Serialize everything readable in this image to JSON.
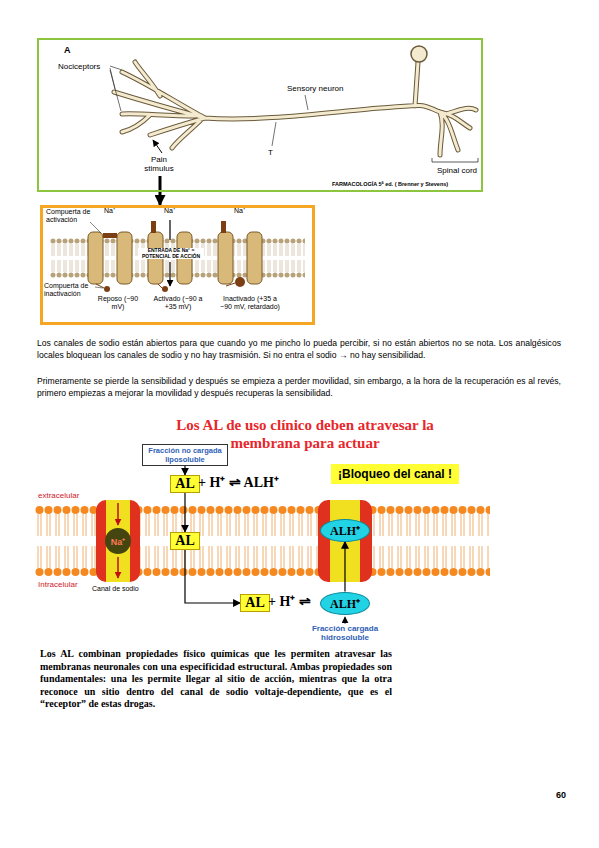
{
  "diagram": {
    "title": "Los AL de uso clínico deben atravesar la membrana para actuar",
    "nodes": [
      {
        "text": [
          "A",
          "Nociceptors",
          "Sensory neuron",
          "Pain stimulus",
          "T",
          "Spinal cord",
          "FARMACOLOGÍA 5ª ed. ( Brenner y Stevens)"
        ]
      },
      {
        "text": [
          "Compuerta de activación",
          "Na⁺",
          "ENTRADA DE Na⁺ = POTENCIAL DE ACCIÓN",
          "Na⁺",
          "Na⁺",
          "Compuerta de inactivación",
          "Reposo (−90 mV)",
          "Activado (−90 a +35 mV)",
          "Inactivado (+35 a −90 mV, retardado)"
        ]
      },
      {
        "text": [
          "Fracción no cargada liposoluble"
        ]
      },
      {
        "text": [
          "AL"
        ]
      },
      {
        "text": [
          "¡Bloqueo del canal !"
        ]
      },
      {
        "text": [
          "Na⁺"
        ]
      },
      {
        "text": [
          "AL"
        ]
      },
      {
        "text": [
          "ALH⁺"
        ]
      },
      {
        "text": [
          "AL"
        ]
      },
      {
        "text": [
          "ALH⁺"
        ]
      }
    ],
    "edges": [
      {
        "from": 0,
        "to": 1,
        "arrow": "to"
      },
      {
        "from": 2,
        "to": 3,
        "arrow": "to"
      },
      {
        "from": 3,
        "to": 6,
        "arrow": "to"
      },
      {
        "from": 6,
        "to": 8,
        "arrow": "to"
      },
      {
        "from": 9,
        "to": 7,
        "arrow": "to"
      }
    ],
    "labels": [
      "Los canales de sodio están abiertos para que cuando yo me pincho lo pueda percibir, si no están abiertos no se nota. Los analgésicos locales bloquean los canales de sodio y no hay trasmisión. Si no entra el sodio → no hay sensibilidad.",
      "Primeramente se pierde la sensibilidad y después se empieza a perder movilidad, sin embargo, a la hora de la recuperación es al revés, primero empiezas a mejorar la movilidad y después recuperas la sensibilidad.",
      "+ H⁺ ⇌ ALH⁺",
      "extracelular",
      "Intracelular",
      "Canal de sodio",
      "+ H⁺ ⇌",
      "Fracción cargada hidrosoluble",
      "Los AL combinan propiedades físico químicas que les permiten atravesar las membranas neuronales con una especificidad estructural. Ambas propiedades son fundamentales: una les permite llegar al sitio de acción, mientras que la otra reconoce un sitio dentro del canal de sodio voltaje-dependiente, que es el “receptor” de estas drogas.",
      "60"
    ]
  }
}
